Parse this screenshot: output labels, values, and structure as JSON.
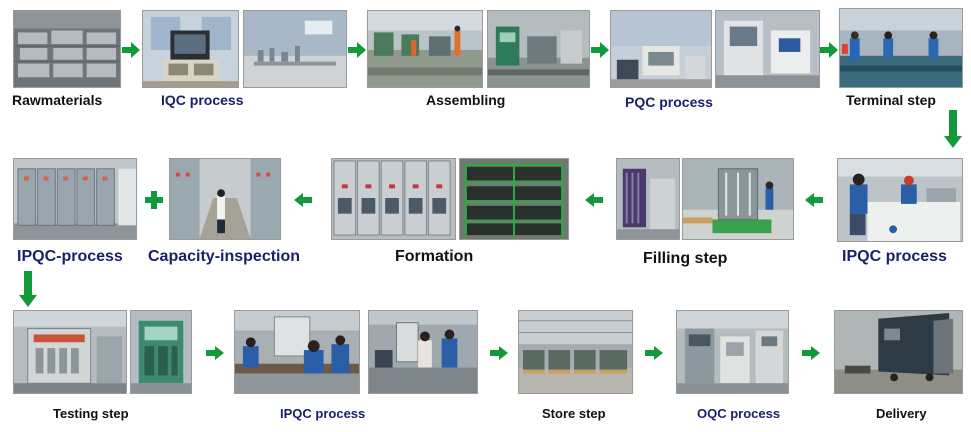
{
  "colors": {
    "arrow": "#129a3a",
    "label_dark": "#111111",
    "label_navy": "#1a1f6b"
  },
  "steps": [
    {
      "label": "Rawmaterials"
    },
    {
      "label": "IQC process"
    },
    {
      "label": "Assembling"
    },
    {
      "label": "PQC process"
    },
    {
      "label": "Terminal step"
    },
    {
      "label": "IPQC process"
    },
    {
      "label": "Filling step"
    },
    {
      "label": "Formation"
    },
    {
      "label": "Capacity-inspection"
    },
    {
      "label": "IPQC-process"
    },
    {
      "label": "Testing step"
    },
    {
      "label": "IPQC process"
    },
    {
      "label": "Store step"
    },
    {
      "label": "OQC process"
    },
    {
      "label": "Delivery"
    }
  ]
}
